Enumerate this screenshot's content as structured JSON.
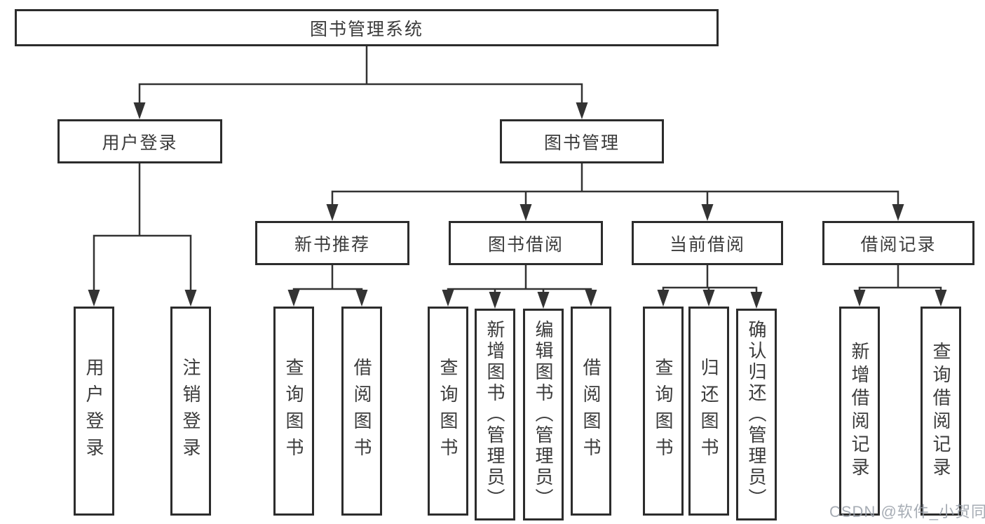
{
  "watermark": "CSDN @软件_小贺同学",
  "colors": {
    "line": "#333333",
    "box_border": "#2c2c2c",
    "text": "#3b3b3b",
    "background": "#ffffff",
    "watermark": "#97a0a7"
  },
  "tree": {
    "label": "图书管理系统",
    "children": [
      {
        "label": "用户登录",
        "children": [
          {
            "label": "用户登录"
          },
          {
            "label": "注销登录"
          }
        ]
      },
      {
        "label": "图书管理",
        "children": [
          {
            "label": "新书推荐",
            "children": [
              {
                "label": "查询图书"
              },
              {
                "label": "借阅图书"
              }
            ]
          },
          {
            "label": "图书借阅",
            "children": [
              {
                "label": "查询图书"
              },
              {
                "label": "新增图书（管理员）"
              },
              {
                "label": "编辑图书（管理员）"
              },
              {
                "label": "借阅图书"
              }
            ]
          },
          {
            "label": "当前借阅",
            "children": [
              {
                "label": "查询图书"
              },
              {
                "label": "归还图书"
              },
              {
                "label": "确认归还（管理员）"
              }
            ]
          },
          {
            "label": "借阅记录",
            "children": [
              {
                "label": "新增借阅记录"
              },
              {
                "label": "查询借阅记录"
              }
            ]
          }
        ]
      }
    ]
  }
}
